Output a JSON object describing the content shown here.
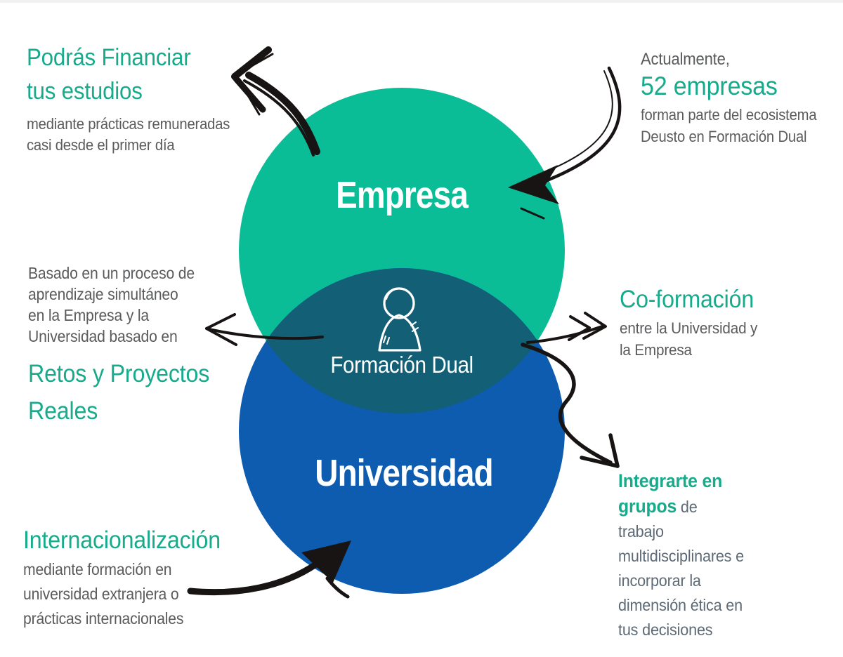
{
  "colors": {
    "green_circle": "#0abd96",
    "blue_circle": "#0e5cb0",
    "overlap": "#135f76",
    "accent_text": "#17ab8c",
    "gray_text": "#5a5b5d",
    "gray_alt": "#5d6a75",
    "arrow": "#171413",
    "icon_stroke": "#ffffff"
  },
  "venn": {
    "empresa_label": "Empresa",
    "universidad_label": "Universidad",
    "center_label": "Formación Dual",
    "center_icon": "person-icon"
  },
  "annotations": {
    "top_left": {
      "heading_lines": [
        "Podrás Financiar",
        "tus estudios"
      ],
      "body_lines": [
        "mediante prácticas remuneradas",
        "casi desde el primer día"
      ]
    },
    "top_right": {
      "intro": "Actualmente,",
      "highlight": "52 empresas",
      "body_lines": [
        "forman parte del ecosistema",
        "Deusto en Formación Dual"
      ]
    },
    "mid_left": {
      "body_lines": [
        "Basado en un proceso de",
        "aprendizaje simultáneo",
        "en la Empresa y la",
        "Universidad basado en"
      ],
      "heading_lines": [
        "Retos y Proyectos",
        "Reales"
      ]
    },
    "mid_right": {
      "heading": "Co-formación",
      "body_lines": [
        "entre la Universidad y",
        "la Empresa"
      ]
    },
    "bottom_left": {
      "heading": "Internacionalización",
      "body_lines": [
        "mediante formación en",
        "universidad extranjera o",
        "prácticas internacionales"
      ]
    },
    "bottom_right": {
      "highlight": "Integrarte en grupos",
      "rest": " de trabajo multidisciplinares e incorporar la dimensión ética en tus decisiones"
    }
  }
}
